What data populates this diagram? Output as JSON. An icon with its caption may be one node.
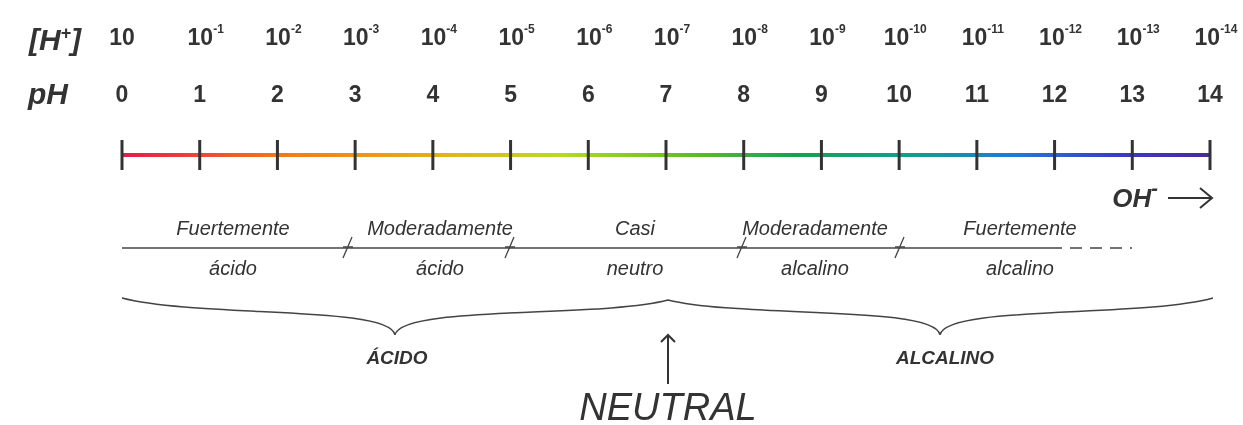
{
  "diagram": {
    "nodes": [
      {
        "text": [
          "NEUTRAL"
        ]
      },
      {
        "text": [],
        "shape": "brace"
      }
    ],
    "edges": [
      {
        "from": 0,
        "to": 1,
        "arrow": "to"
      }
    ],
    "labels": [
      "[H$^{+}$]",
      "10",
      "10$^{-1}$",
      "10$^{-2}$",
      "10$^{-3}$",
      "10$^{-4}$",
      "10$^{-5}$",
      "10$^{-6}$",
      "10$^{-7}$",
      "10$^{-8}$",
      "10$^{-9}$",
      "10$^{-10}$",
      "10$^{-11}$",
      "10$^{-12}$",
      "10$^{-13}$",
      "10$^{-14}$",
      "pH",
      "0",
      "1",
      "2",
      "3",
      "4",
      "5",
      "6",
      "7",
      "8",
      "9",
      "10",
      "11",
      "12",
      "13",
      "14",
      "OH$^{-}$",
      "Fuertemente ácido",
      "Moderadamente ácido",
      "Casi neutro",
      "Moderadamente alcalino",
      "Fuertemente alcalino",
      "ÁCIDO",
      "ALCALINO"
    ]
  }
}
